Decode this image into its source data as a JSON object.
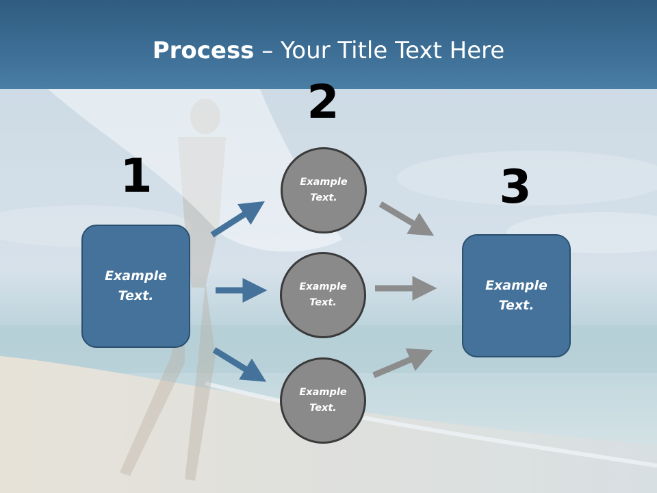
{
  "slide": {
    "title_bold": "Process",
    "title_rest": " – Your Title Text Here"
  },
  "steps": {
    "one": "1",
    "two": "2",
    "three": "3"
  },
  "boxes": {
    "left": [
      "Example",
      "Text."
    ],
    "right": [
      "Example",
      "Text."
    ]
  },
  "circles": [
    [
      "Example",
      "Text."
    ],
    [
      "Example",
      "Text."
    ],
    [
      "Example",
      "Text."
    ]
  ],
  "colors": {
    "box_fill": "#44729b",
    "box_border": "#2b4f6e",
    "circle_fill": "#8a8a8a",
    "arrow_blue": "#44729b",
    "arrow_gray": "#8c8c8c",
    "header": "#3e6f96"
  }
}
